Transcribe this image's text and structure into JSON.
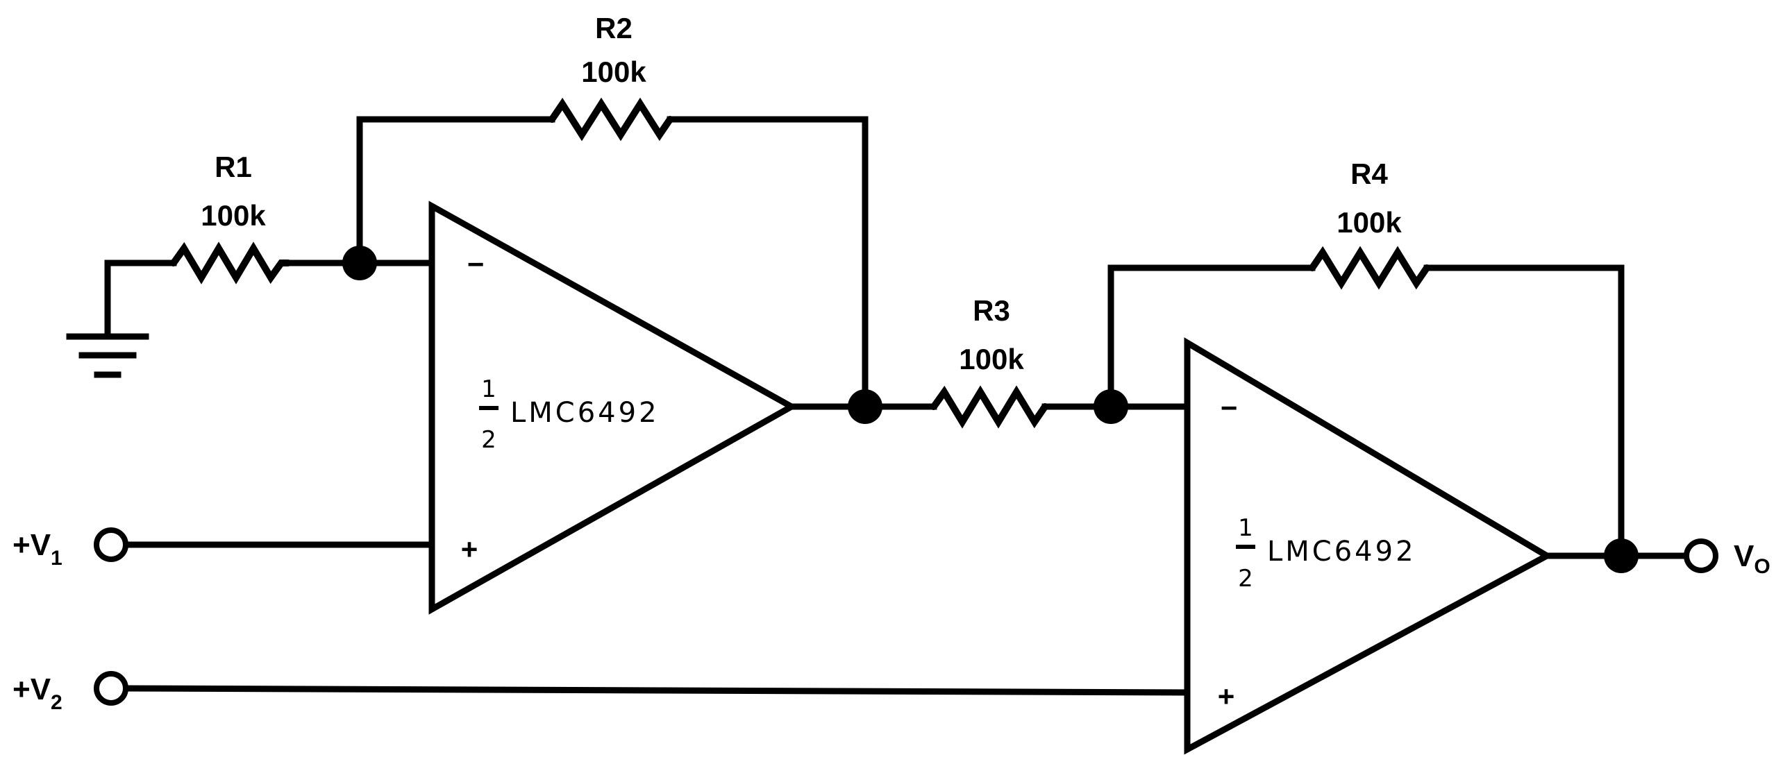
{
  "resistors": {
    "r1": {
      "name": "R1",
      "value": "100k"
    },
    "r2": {
      "name": "R2",
      "value": "100k"
    },
    "r3": {
      "name": "R3",
      "value": "100k"
    },
    "r4": {
      "name": "R4",
      "value": "100k"
    }
  },
  "opamps": {
    "u1": {
      "fraction_num": "1",
      "fraction_den": "2",
      "part": "LMC6492",
      "inv_symbol": "−",
      "noninv_symbol": "+"
    },
    "u2": {
      "fraction_num": "1",
      "fraction_den": "2",
      "part": "LMC6492",
      "inv_symbol": "−",
      "noninv_symbol": "+"
    }
  },
  "ports": {
    "v1": {
      "prefix": "+V",
      "subscript": "1"
    },
    "v2": {
      "prefix": "+V",
      "subscript": "2"
    },
    "vo": {
      "prefix": "V",
      "subscript": "O"
    }
  },
  "colors": {
    "ink": "#000000",
    "background": "#ffffff"
  }
}
